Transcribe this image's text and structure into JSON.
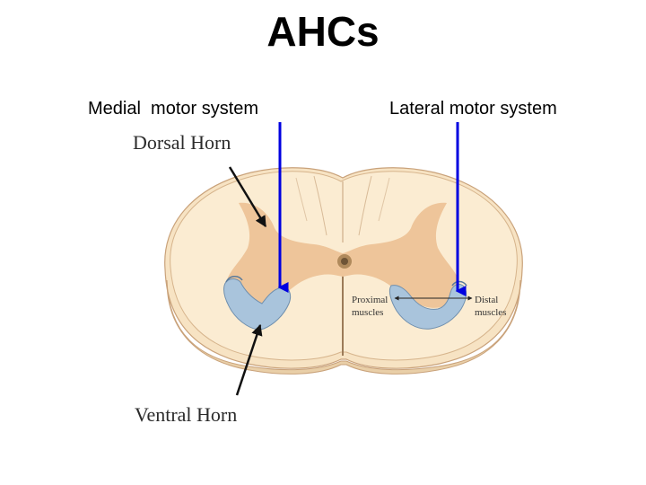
{
  "title": "AHCs",
  "labels": {
    "medial": "Medial  motor system",
    "lateral": "Lateral motor system",
    "dorsal_horn": "Dorsal Horn",
    "ventral_horn": "Ventral Horn",
    "proximal": "Proximal\nmuscles",
    "distal": "Distal\nmuscles"
  },
  "colors": {
    "arrow_blue": "#0000e0",
    "white_matter": "#fbecd2",
    "gray_matter": "#eec59a",
    "arm_blue": "#a9c4dc",
    "outline": "#c9a27a"
  }
}
